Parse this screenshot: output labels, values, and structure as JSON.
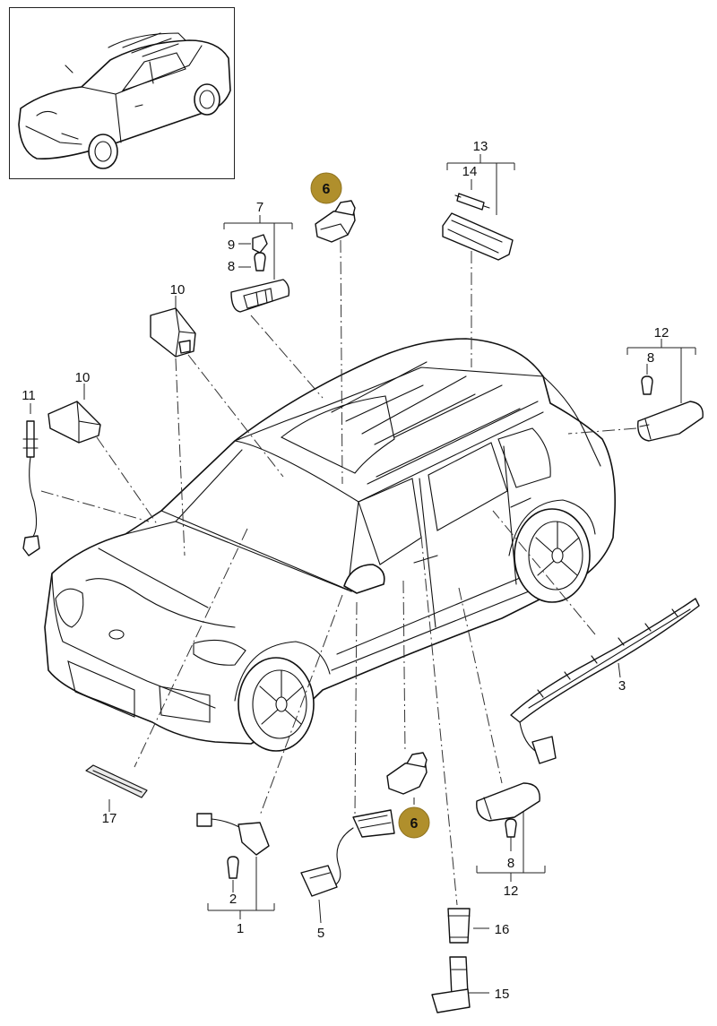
{
  "thumbnail": {
    "icon": "suv-overview-thumbnail"
  },
  "callouts": [
    {
      "id": "c1",
      "label": "1"
    },
    {
      "id": "c2",
      "label": "2"
    },
    {
      "id": "c3",
      "label": "3"
    },
    {
      "id": "c5",
      "label": "5"
    },
    {
      "id": "c6a",
      "label": "6"
    },
    {
      "id": "c6b",
      "label": "6"
    },
    {
      "id": "c7",
      "label": "7"
    },
    {
      "id": "c8a",
      "label": "8"
    },
    {
      "id": "c8b",
      "label": "8"
    },
    {
      "id": "c8c",
      "label": "8"
    },
    {
      "id": "c9",
      "label": "9"
    },
    {
      "id": "c10a",
      "label": "10"
    },
    {
      "id": "c10b",
      "label": "10"
    },
    {
      "id": "c11",
      "label": "11"
    },
    {
      "id": "c12a",
      "label": "12"
    },
    {
      "id": "c12b",
      "label": "12"
    },
    {
      "id": "c13",
      "label": "13"
    },
    {
      "id": "c14",
      "label": "14"
    },
    {
      "id": "c15",
      "label": "15"
    },
    {
      "id": "c16",
      "label": "16"
    },
    {
      "id": "c17",
      "label": "17"
    }
  ],
  "colors": {
    "badge": "#b08f2c",
    "line": "#222222"
  }
}
